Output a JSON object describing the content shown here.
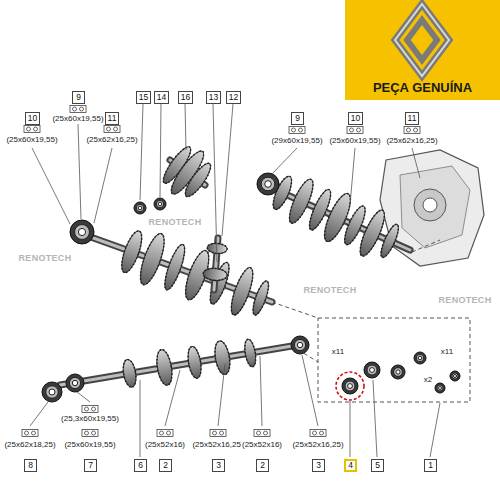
{
  "diagram": {
    "nodes": [
      {
        "text": [
          "PEÇA GENUÍNA"
        ]
      },
      {
        "text": [
          "10"
        ]
      },
      {
        "text": [
          "9"
        ]
      },
      {
        "text": [
          "11"
        ]
      },
      {
        "text": [
          "15"
        ]
      },
      {
        "text": [
          "14"
        ]
      },
      {
        "text": [
          "16"
        ]
      },
      {
        "text": [
          "13"
        ]
      },
      {
        "text": [
          "12"
        ]
      },
      {
        "text": [
          "9"
        ]
      },
      {
        "text": [
          "10"
        ]
      },
      {
        "text": [
          "11"
        ]
      },
      {
        "text": [
          "8"
        ]
      },
      {
        "text": [
          "7"
        ]
      },
      {
        "text": [
          "6"
        ]
      },
      {
        "text": [
          "2"
        ]
      },
      {
        "text": [
          "3"
        ]
      },
      {
        "text": [
          "2"
        ]
      },
      {
        "text": [
          "3"
        ]
      },
      {
        "text": [
          "4"
        ]
      },
      {
        "text": [
          "5"
        ]
      },
      {
        "text": [
          "1"
        ]
      }
    ],
    "labels": [
      "(25x60x19,55)",
      "(25x60x19,55)",
      "(25x62x16,25)",
      "(29x60x19,55)",
      "(25x60x19,55)",
      "(25x62x16,25)",
      "(25,3x60x19,55)",
      "(25x62x18,25)",
      "(25x60x19,55)",
      "(25x52x16)",
      "(25x52x16,25)",
      "(25x52x16)",
      "(25x52x16,25)",
      "x11",
      "x11",
      "x2",
      "RENOTECH",
      "RENOTECH",
      "RENOTECH",
      "RENOTECH"
    ]
  }
}
